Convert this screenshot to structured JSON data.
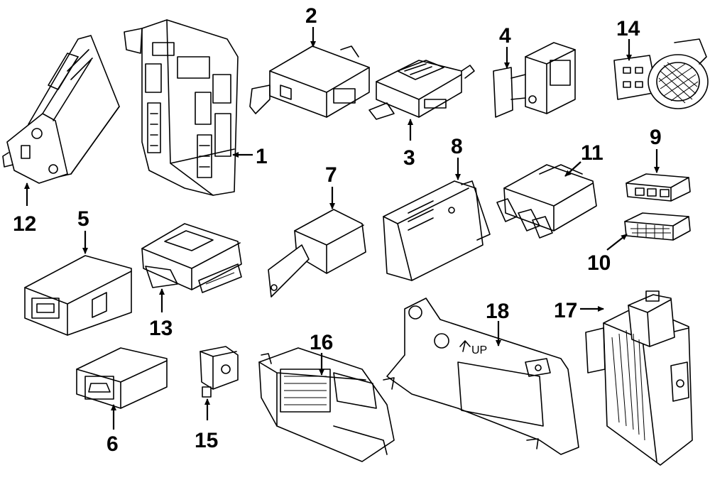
{
  "callouts": [
    "1",
    "2",
    "3",
    "4",
    "5",
    "6",
    "7",
    "8",
    "9",
    "10",
    "11",
    "12",
    "13",
    "14",
    "15",
    "16",
    "17",
    "18"
  ],
  "part18_marking": "UP"
}
